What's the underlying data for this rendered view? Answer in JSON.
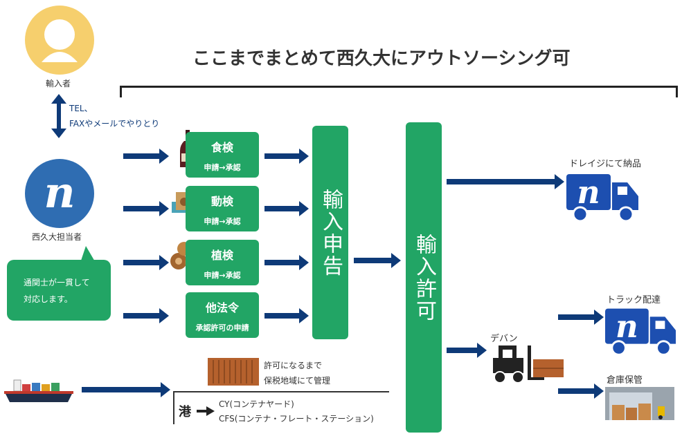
{
  "headline": "ここまでまとめて西久大にアウトソーシング可",
  "importer_label": "輸入者",
  "contact_note_1": "TEL、",
  "contact_note_2": "FAXやメールでやりとり",
  "company_label": "西久大担当者",
  "bubble_text_1": "通関士が一貫して",
  "bubble_text_2": "対応します。",
  "checks": [
    {
      "title": "食検",
      "sub": "申請→承認"
    },
    {
      "title": "動検",
      "sub": "申請→承認"
    },
    {
      "title": "植検",
      "sub": "申請→承認"
    },
    {
      "title": "他法令",
      "sub": "承認許可の申請"
    }
  ],
  "declaration": "輸入申告",
  "permit": "輸入許可",
  "delivery_drayage": "ドレイジにて納品",
  "devanning": "デバン",
  "truck_delivery": "トラック配達",
  "warehouse": "倉庫保管",
  "bonded_note_1": "許可になるまで",
  "bonded_note_2": "保税地域にて管理",
  "port_label": "港",
  "cy": "CY(コンテナヤード)",
  "cfs": "CFS(コンテナ・フレート・ステーション)",
  "colors": {
    "green": "#22a565",
    "navy": "#0e3a78",
    "blue": "#2f6db2",
    "yellow": "#f6cf6d"
  }
}
